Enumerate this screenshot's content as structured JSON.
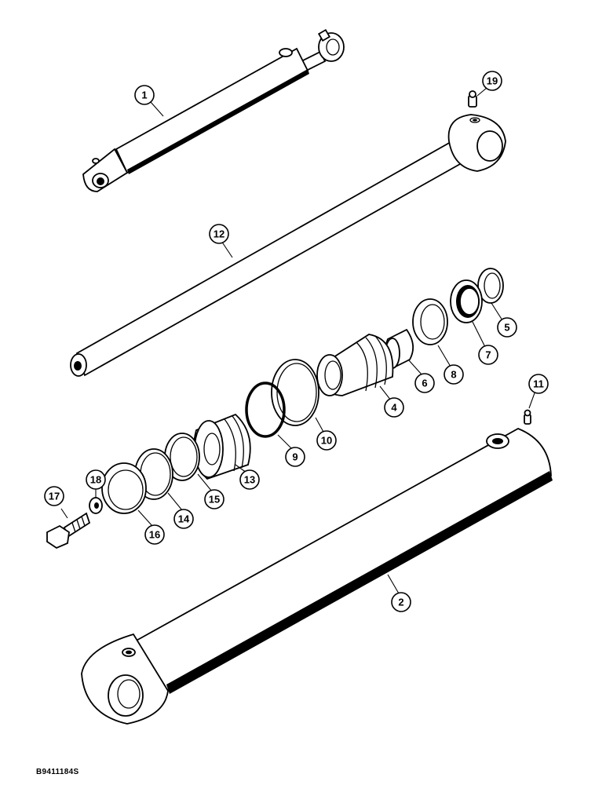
{
  "figure_code": "B9411184S",
  "callouts": [
    {
      "label": "1",
      "part": "cylinder-assembly"
    },
    {
      "label": "2",
      "part": "cylinder-barrel"
    },
    {
      "label": "4",
      "part": "gland"
    },
    {
      "label": "5",
      "part": "wiper-seal"
    },
    {
      "label": "6",
      "part": "bushing"
    },
    {
      "label": "7",
      "part": "rod-seal"
    },
    {
      "label": "8",
      "part": "backup-ring"
    },
    {
      "label": "9",
      "part": "o-ring"
    },
    {
      "label": "10",
      "part": "backup-ring"
    },
    {
      "label": "11",
      "part": "grease-fitting"
    },
    {
      "label": "12",
      "part": "piston-rod"
    },
    {
      "label": "13",
      "part": "piston"
    },
    {
      "label": "14",
      "part": "wear-ring"
    },
    {
      "label": "15",
      "part": "wear-ring"
    },
    {
      "label": "16",
      "part": "piston-seal"
    },
    {
      "label": "17",
      "part": "bolt"
    },
    {
      "label": "18",
      "part": "washer"
    },
    {
      "label": "19",
      "part": "grease-fitting"
    }
  ]
}
